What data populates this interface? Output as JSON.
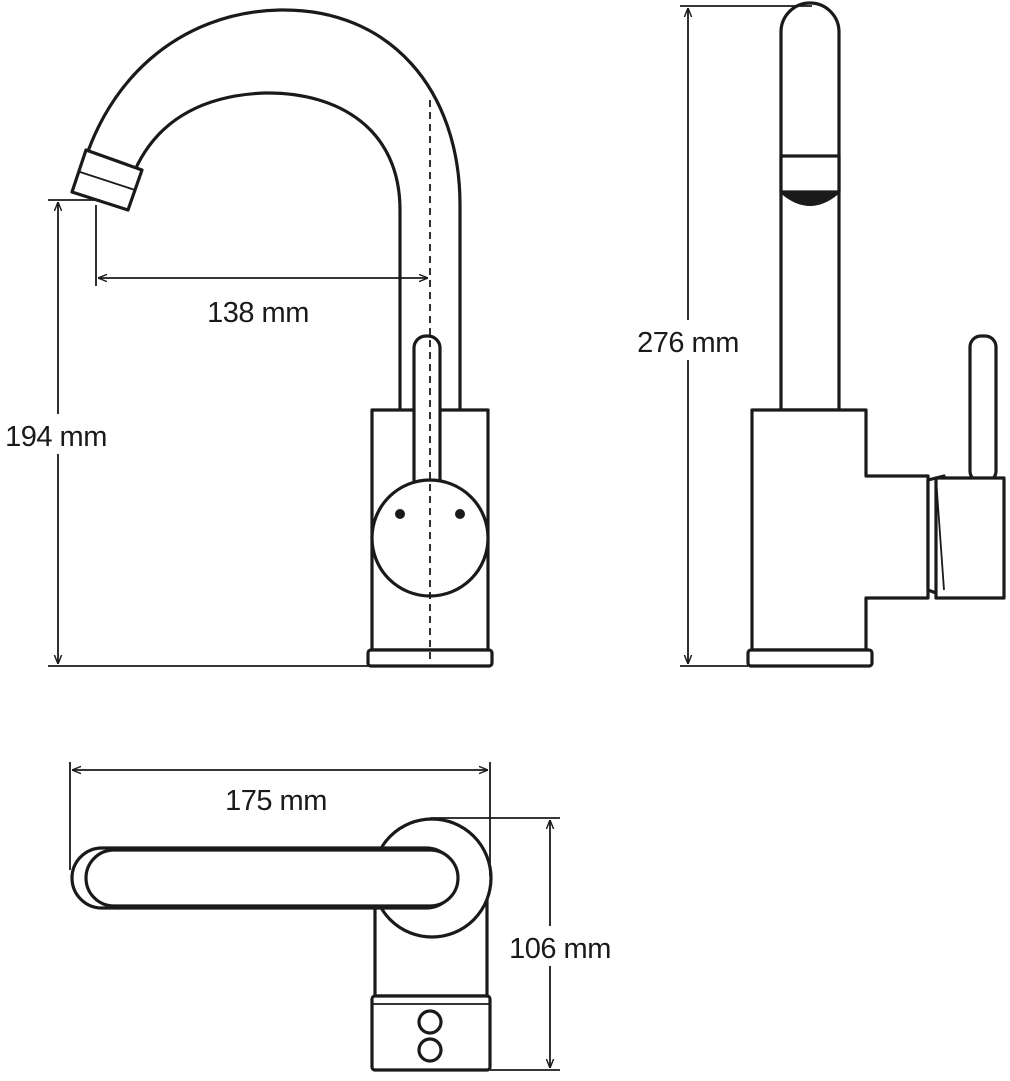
{
  "dimensions": {
    "reach": "138 mm",
    "spout_height": "194 mm",
    "total_height": "276 mm",
    "length": "175 mm",
    "base_width": "106 mm"
  },
  "line_color": "#1a1a1a",
  "background": "#ffffff"
}
